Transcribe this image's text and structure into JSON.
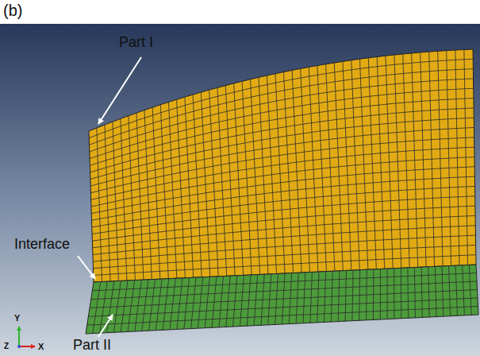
{
  "diagram": {
    "labels": [
      "(b)",
      "Part I",
      "Interface",
      "Part II",
      "Y",
      "Z",
      "X"
    ]
  }
}
